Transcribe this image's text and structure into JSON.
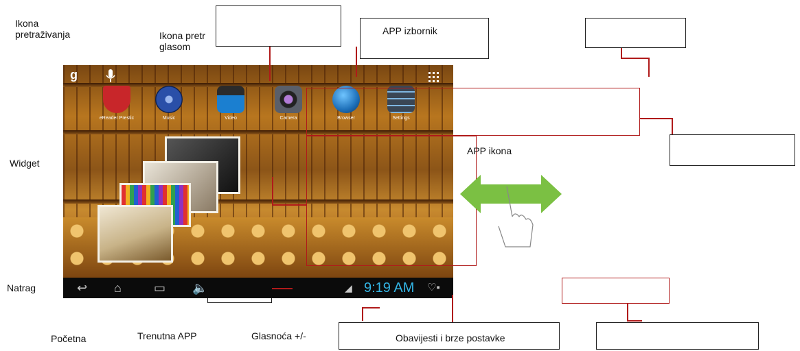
{
  "labels": {
    "search_icon": "Ikona\npretraživanja",
    "voice_search_icon": "Ikona pretr\nglasom",
    "app_menu": "APP izbornik",
    "widget": "Widget",
    "app_icon": "APP  ikona",
    "back": "Natrag",
    "home": "Početna",
    "current_app": "Trenutna APP",
    "volume": "Glasnoća +/-",
    "notifications": "Obavijesti i brze postavke"
  },
  "tablet": {
    "apps": [
      {
        "label": "eReader Prestic",
        "color": "#c8262a"
      },
      {
        "label": "Music",
        "color": "#2a4fa8"
      },
      {
        "label": "Video",
        "color": "#1b7fd0"
      },
      {
        "label": "Camera",
        "color": "#4a4f5a"
      },
      {
        "label": "Browser",
        "color": "#1d6fb8"
      },
      {
        "label": "Settings",
        "color": "#3a4654"
      }
    ],
    "clock": "9:19 AM",
    "google_glyph": "g",
    "icons": [
      "google-icon",
      "mic-icon",
      "apps-grid-icon",
      "back-icon",
      "home-icon",
      "recent-apps-icon",
      "volume-icon",
      "wifi-icon",
      "notification-icon"
    ]
  },
  "colors": {
    "callout_line": "#b01a1a",
    "clock": "#33b5e5",
    "swipe_arrow": "#7bc043"
  }
}
